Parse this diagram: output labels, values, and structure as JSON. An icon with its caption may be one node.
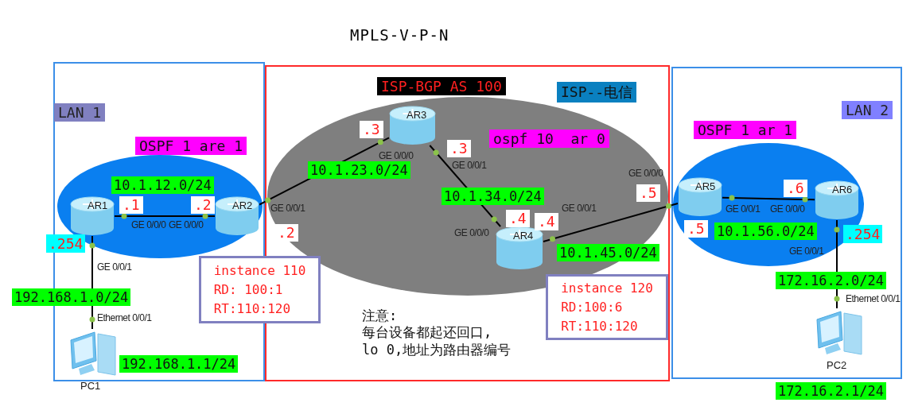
{
  "diagram": {
    "title": "MPLS-V-P-N",
    "nodes": [
      {
        "text": [
          "LAN 1"
        ]
      },
      {
        "text": [
          "ISP--电信"
        ]
      },
      {
        "text": [
          "LAN 2"
        ]
      },
      {
        "text": [
          "OSPF 1 are 1"
        ],
        "in": 0
      },
      {
        "text": [
          "ISP-BGP AS 100",
          "ospf 10  ar 0"
        ],
        "in": 1
      },
      {
        "text": [
          "OSPF 1 ar 1"
        ],
        "in": 2
      },
      {
        "text": [
          "AR1"
        ],
        "in": 3,
        "beside": [
          "GE 0/0/0",
          "GE 0/0/1"
        ]
      },
      {
        "text": [
          "AR2"
        ],
        "in": 3,
        "beside": [
          "GE 0/0/0",
          "GE 0/0/1"
        ]
      },
      {
        "text": [
          "AR3"
        ],
        "in": 4,
        "beside": [
          "GE 0/0/0",
          "GE 0/0/1"
        ]
      },
      {
        "text": [
          "AR4"
        ],
        "in": 4,
        "beside": [
          "GE 0/0/0",
          "GE 0/0/1"
        ]
      },
      {
        "text": [
          "AR5"
        ],
        "in": 5,
        "beside": [
          "GE 0/0/0",
          "GE 0/0/1",
          ".5"
        ]
      },
      {
        "text": [
          "AR6"
        ],
        "in": 5,
        "beside": [
          "GE 0/0/0",
          "GE 0/0/1"
        ]
      },
      {
        "text": [
          "PC1"
        ],
        "beside": [
          "192.168.1.1/24",
          "Ethernet 0/0/1"
        ]
      },
      {
        "text": [
          "PC2"
        ],
        "in": 2,
        "beside": [
          "172.16.2.1/24",
          "Ethernet 0/0/1"
        ]
      },
      {
        "text": [
          "instance 110",
          "RD: 100:1",
          "RT:110:120"
        ]
      },
      {
        "text": [
          "instance 120",
          "RD:100:6",
          "RT:110:120"
        ],
        "in": 1
      }
    ],
    "edges": [
      {
        "from": 6,
        "to": 7,
        "arrow": "none",
        "label": "10.1.12.0/24"
      },
      {
        "from": 6,
        "to": 12,
        "arrow": "none",
        "label": "192.168.1.0/24"
      },
      {
        "from": 7,
        "to": 8,
        "arrow": "none",
        "label": "10.1.23.0/24"
      },
      {
        "from": 8,
        "to": 9,
        "arrow": "none",
        "label": "10.1.34.0/24"
      },
      {
        "from": 9,
        "to": 10,
        "arrow": "none",
        "label": "10.1.45.0/24"
      },
      {
        "from": 10,
        "to": 11,
        "arrow": "none",
        "label": "10.1.56.0/24"
      },
      {
        "from": 11,
        "to": 13,
        "arrow": "none",
        "label": "172.16.2.0/24"
      }
    ],
    "labels": [
      ".3",
      ".3",
      ".1",
      ".2",
      ".6",
      ".5",
      ".4",
      ".4",
      ".2",
      ".254",
      ".254",
      "注意:",
      "每台设备都起还回口,",
      "lo 0,地址为路由器编号"
    ]
  }
}
